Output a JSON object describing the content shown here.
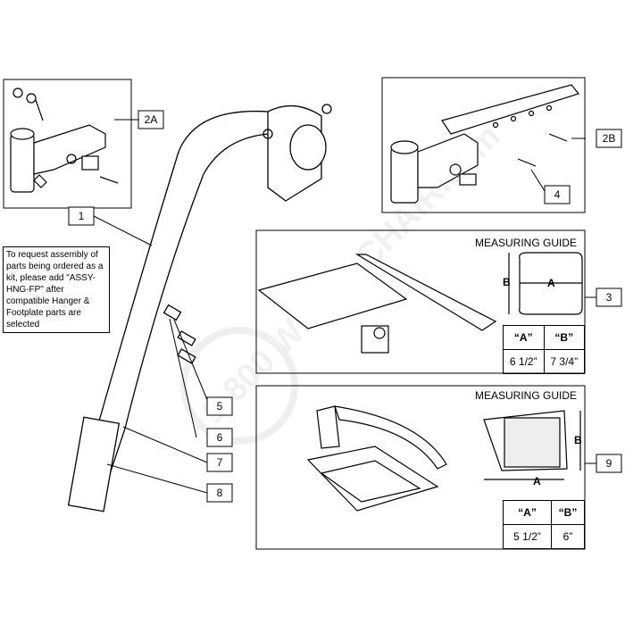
{
  "note": "To request assembly of parts being ordered as a kit, please add \"ASSY-HNG-FP\" after compatible Hanger & Footplate parts are selected",
  "watermark": "1-800 WHEELCHAIR.com",
  "callouts": {
    "c1": "1",
    "c2a": "2A",
    "c2b": "2B",
    "c3": "3",
    "c4": "4",
    "c5": "5",
    "c6": "6",
    "c7": "7",
    "c8": "8",
    "c9": "9"
  },
  "guide3": {
    "title": "MEASURING GUIDE",
    "dim_a": "A",
    "dim_b": "B",
    "col_a": "“A”",
    "col_b": "“B”",
    "val_a": "6 1/2”",
    "val_b": "7 3/4”"
  },
  "guide9": {
    "title": "MEASURING GUIDE",
    "dim_a": "A",
    "dim_b": "B",
    "col_a": "“A”",
    "col_b": "“B”",
    "val_a": "5 1/2”",
    "val_b": "6”"
  },
  "colors": {
    "line": "#000000",
    "watermark": "#e6e6e6",
    "background": "#ffffff"
  }
}
